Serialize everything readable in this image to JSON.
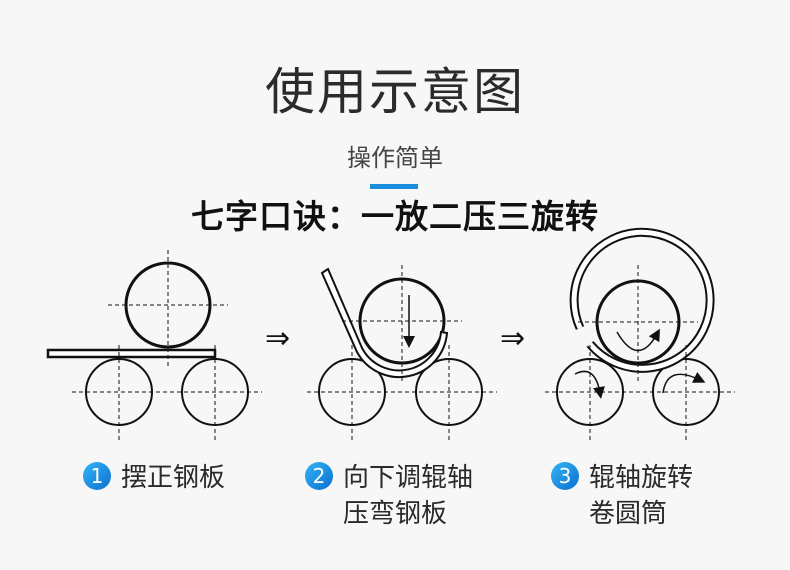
{
  "header": {
    "title": "使用示意图",
    "subtitle": "操作简单",
    "accent_color": "#1a8fe0",
    "slogan": "七字口诀：一放二压三旋转"
  },
  "diagram": {
    "arrow_symbol": "⇒",
    "panels": [
      "place-plate",
      "press-down-bend",
      "rotate-roll"
    ]
  },
  "steps": [
    {
      "number": "1",
      "line1": "摆正钢板",
      "line2": ""
    },
    {
      "number": "2",
      "line1": "向下调辊轴",
      "line2": "压弯钢板"
    },
    {
      "number": "3",
      "line1": "辊轴旋转",
      "line2": "卷圆筒"
    }
  ]
}
